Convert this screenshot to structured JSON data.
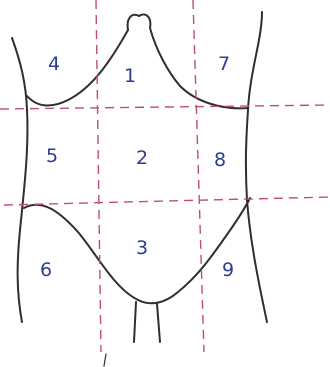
{
  "regions": [
    {
      "label": "4"
    },
    {
      "label": "1"
    },
    {
      "label": "7"
    },
    {
      "label": "5"
    },
    {
      "label": "2"
    },
    {
      "label": "8"
    },
    {
      "label": "6"
    },
    {
      "label": "3"
    },
    {
      "label": "9"
    }
  ],
  "colors": {
    "outline": "#2f2f2f",
    "grid_lines": "#c0506a",
    "numbers": "#2c3d8f"
  }
}
